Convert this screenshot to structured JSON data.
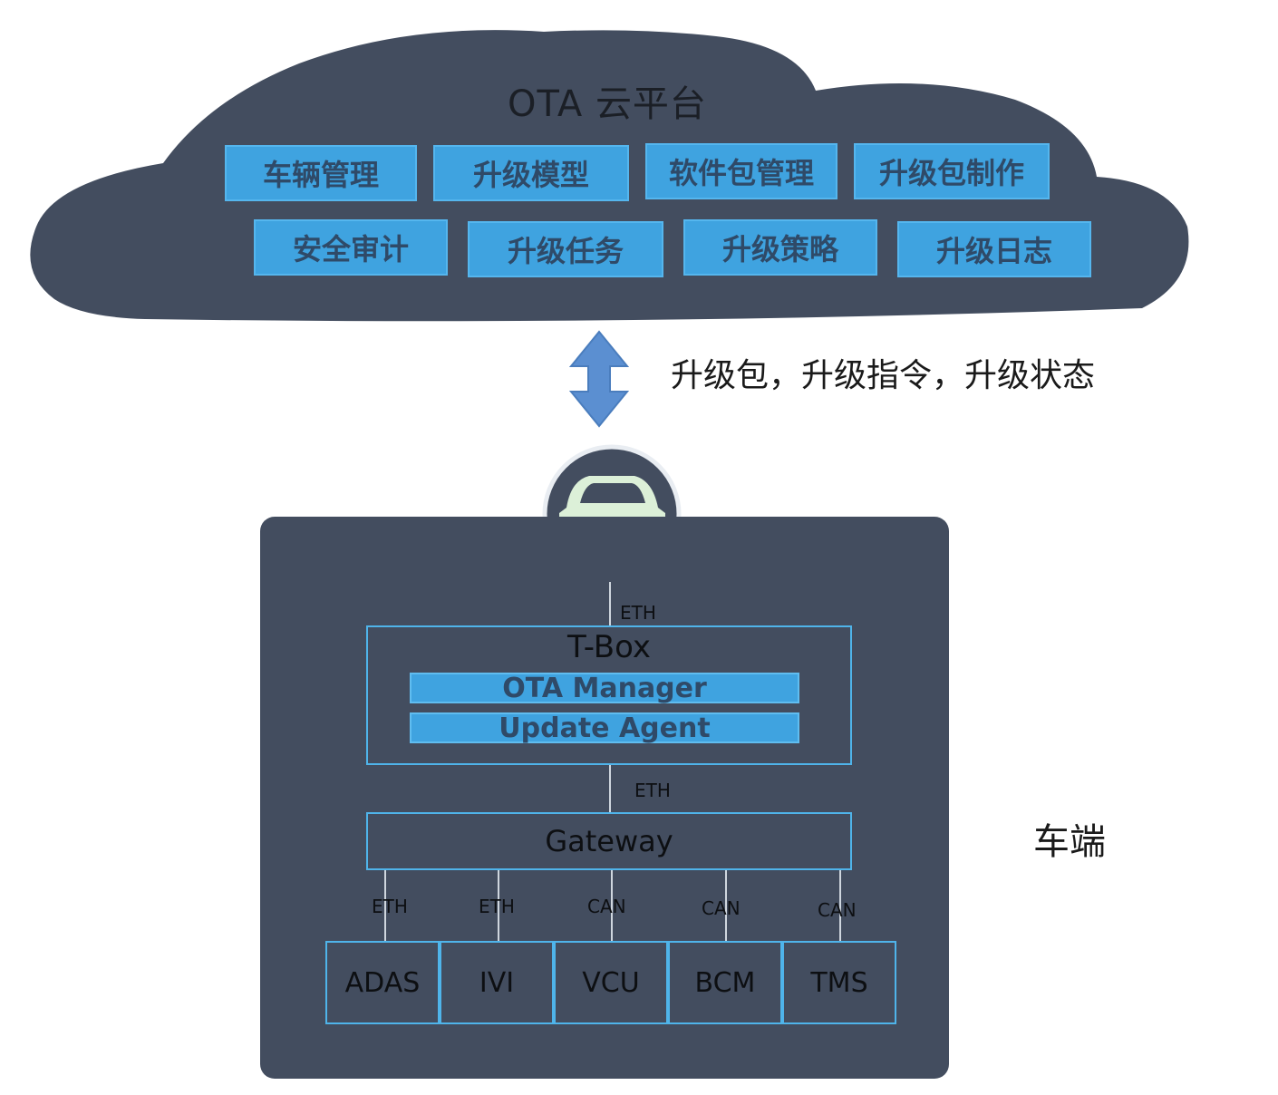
{
  "cloud": {
    "title": "OTA 云平台",
    "row1": [
      "车辆管理",
      "升级模型",
      "软件包管理",
      "升级包制作"
    ],
    "row2": [
      "安全审计",
      "升级任务",
      "升级策略",
      "升级日志"
    ]
  },
  "flow_label": "升级包，升级指令，升级状态",
  "vehicle": {
    "side_label": "车端",
    "link_top": "ETH",
    "tbox": {
      "title": "T-Box",
      "ota_manager": "OTA Manager",
      "update_agent": "Update Agent"
    },
    "link_mid": "ETH",
    "gateway": "Gateway",
    "ecu_links": [
      "ETH",
      "ETH",
      "CAN",
      "CAN",
      "CAN"
    ],
    "ecus": [
      "ADAS",
      "IVI",
      "VCU",
      "BCM",
      "TMS"
    ]
  },
  "colors": {
    "cloud": "#434d5f",
    "panel": "#434d5f",
    "accent": "#3fa3e0",
    "arrow": "#5b8fd1"
  }
}
